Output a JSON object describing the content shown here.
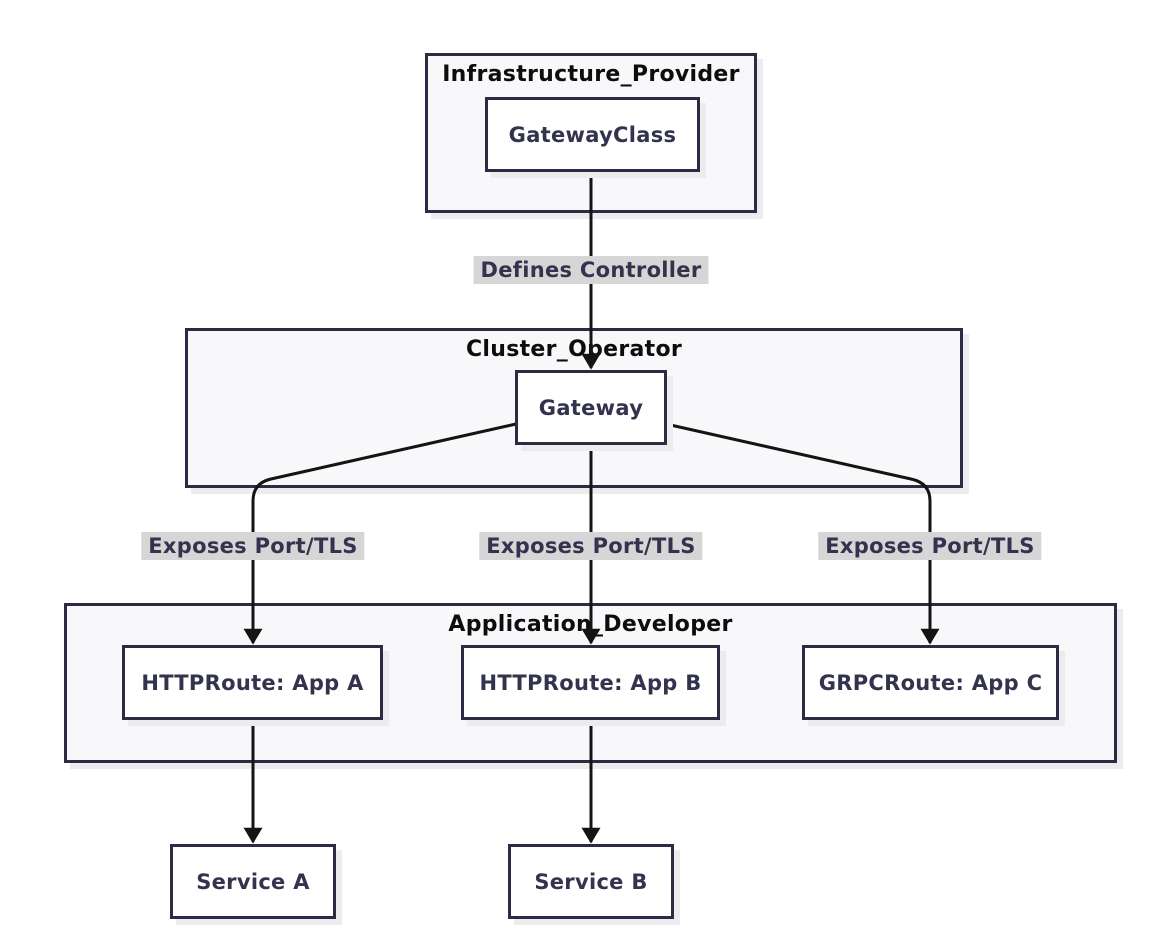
{
  "diagram": {
    "type": "flowchart",
    "containers": [
      {
        "title": "Infrastructure_Provider"
      },
      {
        "title": "Cluster_Operator"
      },
      {
        "title": "Application_Developer"
      }
    ],
    "nodes": [
      {
        "label": "GatewayClass"
      },
      {
        "label": "Gateway"
      },
      {
        "label": "HTTPRoute: App A"
      },
      {
        "label": "HTTPRoute: App B"
      },
      {
        "label": "GRPCRoute: App C"
      },
      {
        "label": "Service A"
      },
      {
        "label": "Service B"
      }
    ],
    "edges": [
      {
        "from": "GatewayClass",
        "to": "Gateway",
        "label": "Defines Controller"
      },
      {
        "from": "Gateway",
        "to": "HTTPRoute: App A",
        "label": "Exposes Port/TLS"
      },
      {
        "from": "Gateway",
        "to": "HTTPRoute: App B",
        "label": "Exposes Port/TLS"
      },
      {
        "from": "Gateway",
        "to": "GRPCRoute: App C",
        "label": "Exposes Port/TLS"
      },
      {
        "from": "HTTPRoute: App A",
        "to": "Service A",
        "label": ""
      },
      {
        "from": "HTTPRoute: App B",
        "to": "Service B",
        "label": ""
      }
    ],
    "colors": {
      "container_fill": "#f8f8fb",
      "node_fill": "#ffffff",
      "border": "#2b2b44",
      "node_text": "#33334e",
      "title_text": "#0d0d0d",
      "edge_label_bg": "#d6d6d6",
      "edge_label_text": "#33334e",
      "edge_stroke": "#141414",
      "shadow": "#ececee"
    }
  }
}
